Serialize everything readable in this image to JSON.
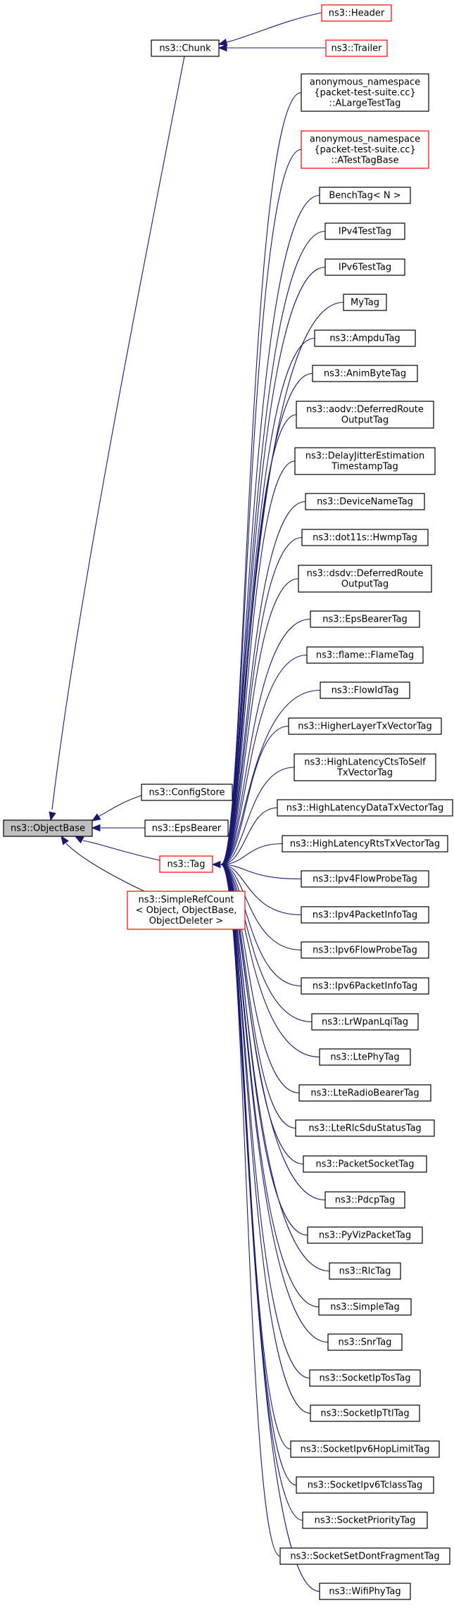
{
  "colors": {
    "edge": "#191970",
    "node_border": "#000000",
    "node_border_incomplete": "#ff0000",
    "root_fill": "#bfbfbf",
    "background": "#ffffff"
  },
  "nodes": {
    "objectbase": {
      "lines": [
        "ns3::ObjectBase"
      ]
    },
    "chunk": {
      "lines": [
        "ns3::Chunk"
      ]
    },
    "header": {
      "lines": [
        "ns3::Header"
      ]
    },
    "trailer": {
      "lines": [
        "ns3::Trailer"
      ]
    },
    "configstore": {
      "lines": [
        "ns3::ConfigStore"
      ]
    },
    "epsbearer": {
      "lines": [
        "ns3::EpsBearer"
      ]
    },
    "tag": {
      "lines": [
        "ns3::Tag"
      ]
    },
    "simplerefcount": {
      "lines": [
        "ns3::SimpleRefCount",
        "< Object, ObjectBase,",
        "ObjectDeleter >"
      ]
    },
    "tags": [
      {
        "lines": [
          "anonymous_namespace",
          "{packet-test-suite.cc}",
          "::ALargeTestTag"
        ]
      },
      {
        "lines": [
          "anonymous_namespace",
          "{packet-test-suite.cc}",
          "::ATestTagBase"
        ]
      },
      {
        "lines": [
          "BenchTag< N >"
        ]
      },
      {
        "lines": [
          "IPv4TestTag"
        ]
      },
      {
        "lines": [
          "IPv6TestTag"
        ]
      },
      {
        "lines": [
          "MyTag"
        ]
      },
      {
        "lines": [
          "ns3::AmpduTag"
        ]
      },
      {
        "lines": [
          "ns3::AnimByteTag"
        ]
      },
      {
        "lines": [
          "ns3::aodv::DeferredRoute",
          "OutputTag"
        ]
      },
      {
        "lines": [
          "ns3::DelayJitterEstimation",
          "TimestampTag"
        ]
      },
      {
        "lines": [
          "ns3::DeviceNameTag"
        ]
      },
      {
        "lines": [
          "ns3::dot11s::HwmpTag"
        ]
      },
      {
        "lines": [
          "ns3::dsdv::DeferredRoute",
          "OutputTag"
        ]
      },
      {
        "lines": [
          "ns3::EpsBearerTag"
        ]
      },
      {
        "lines": [
          "ns3::flame::FlameTag"
        ]
      },
      {
        "lines": [
          "ns3::FlowIdTag"
        ]
      },
      {
        "lines": [
          "ns3::HigherLayerTxVectorTag"
        ]
      },
      {
        "lines": [
          "ns3::HighLatencyCtsToSelf",
          "TxVectorTag"
        ]
      },
      {
        "lines": [
          "ns3::HighLatencyDataTxVectorTag"
        ]
      },
      {
        "lines": [
          "ns3::HighLatencyRtsTxVectorTag"
        ]
      },
      {
        "lines": [
          "ns3::Ipv4FlowProbeTag"
        ]
      },
      {
        "lines": [
          "ns3::Ipv4PacketInfoTag"
        ]
      },
      {
        "lines": [
          "ns3::Ipv6FlowProbeTag"
        ]
      },
      {
        "lines": [
          "ns3::Ipv6PacketInfoTag"
        ]
      },
      {
        "lines": [
          "ns3::LrWpanLqiTag"
        ]
      },
      {
        "lines": [
          "ns3::LtePhyTag"
        ]
      },
      {
        "lines": [
          "ns3::LteRadioBearerTag"
        ]
      },
      {
        "lines": [
          "ns3::LteRlcSduStatusTag"
        ]
      },
      {
        "lines": [
          "ns3::PacketSocketTag"
        ]
      },
      {
        "lines": [
          "ns3::PdcpTag"
        ]
      },
      {
        "lines": [
          "ns3::PyVizPacketTag"
        ]
      },
      {
        "lines": [
          "ns3::RlcTag"
        ]
      },
      {
        "lines": [
          "ns3::SimpleTag"
        ]
      },
      {
        "lines": [
          "ns3::SnrTag"
        ]
      },
      {
        "lines": [
          "ns3::SocketIpTosTag"
        ]
      },
      {
        "lines": [
          "ns3::SocketIpTtlTag"
        ]
      },
      {
        "lines": [
          "ns3::SocketIpv6HopLimitTag"
        ]
      },
      {
        "lines": [
          "ns3::SocketIpv6TclassTag"
        ]
      },
      {
        "lines": [
          "ns3::SocketPriorityTag"
        ]
      },
      {
        "lines": [
          "ns3::SocketSetDontFragmentTag"
        ]
      },
      {
        "lines": [
          "ns3::WifiPhyTag"
        ]
      }
    ]
  }
}
